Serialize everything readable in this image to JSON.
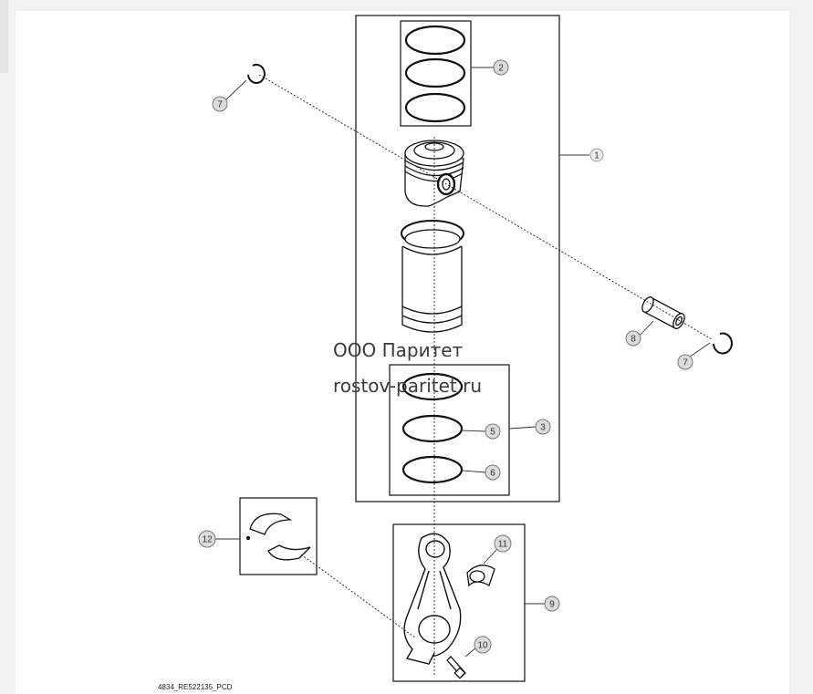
{
  "diagram": {
    "caption": "4834_RE522135_PCD",
    "watermark": {
      "line1": "ООО Паритет",
      "line2": "rostov-paritet.ru"
    },
    "callouts": {
      "c1": "1",
      "c2": "2",
      "c3": "3",
      "c5": "5",
      "c6": "6",
      "c7a": "7",
      "c7b": "7",
      "c8": "8",
      "c9": "9",
      "c10": "10",
      "c11": "11",
      "c12": "12"
    },
    "colors": {
      "line": "#111111",
      "callout_fill": "#dcdcdc",
      "callout_stroke": "#777777"
    }
  }
}
